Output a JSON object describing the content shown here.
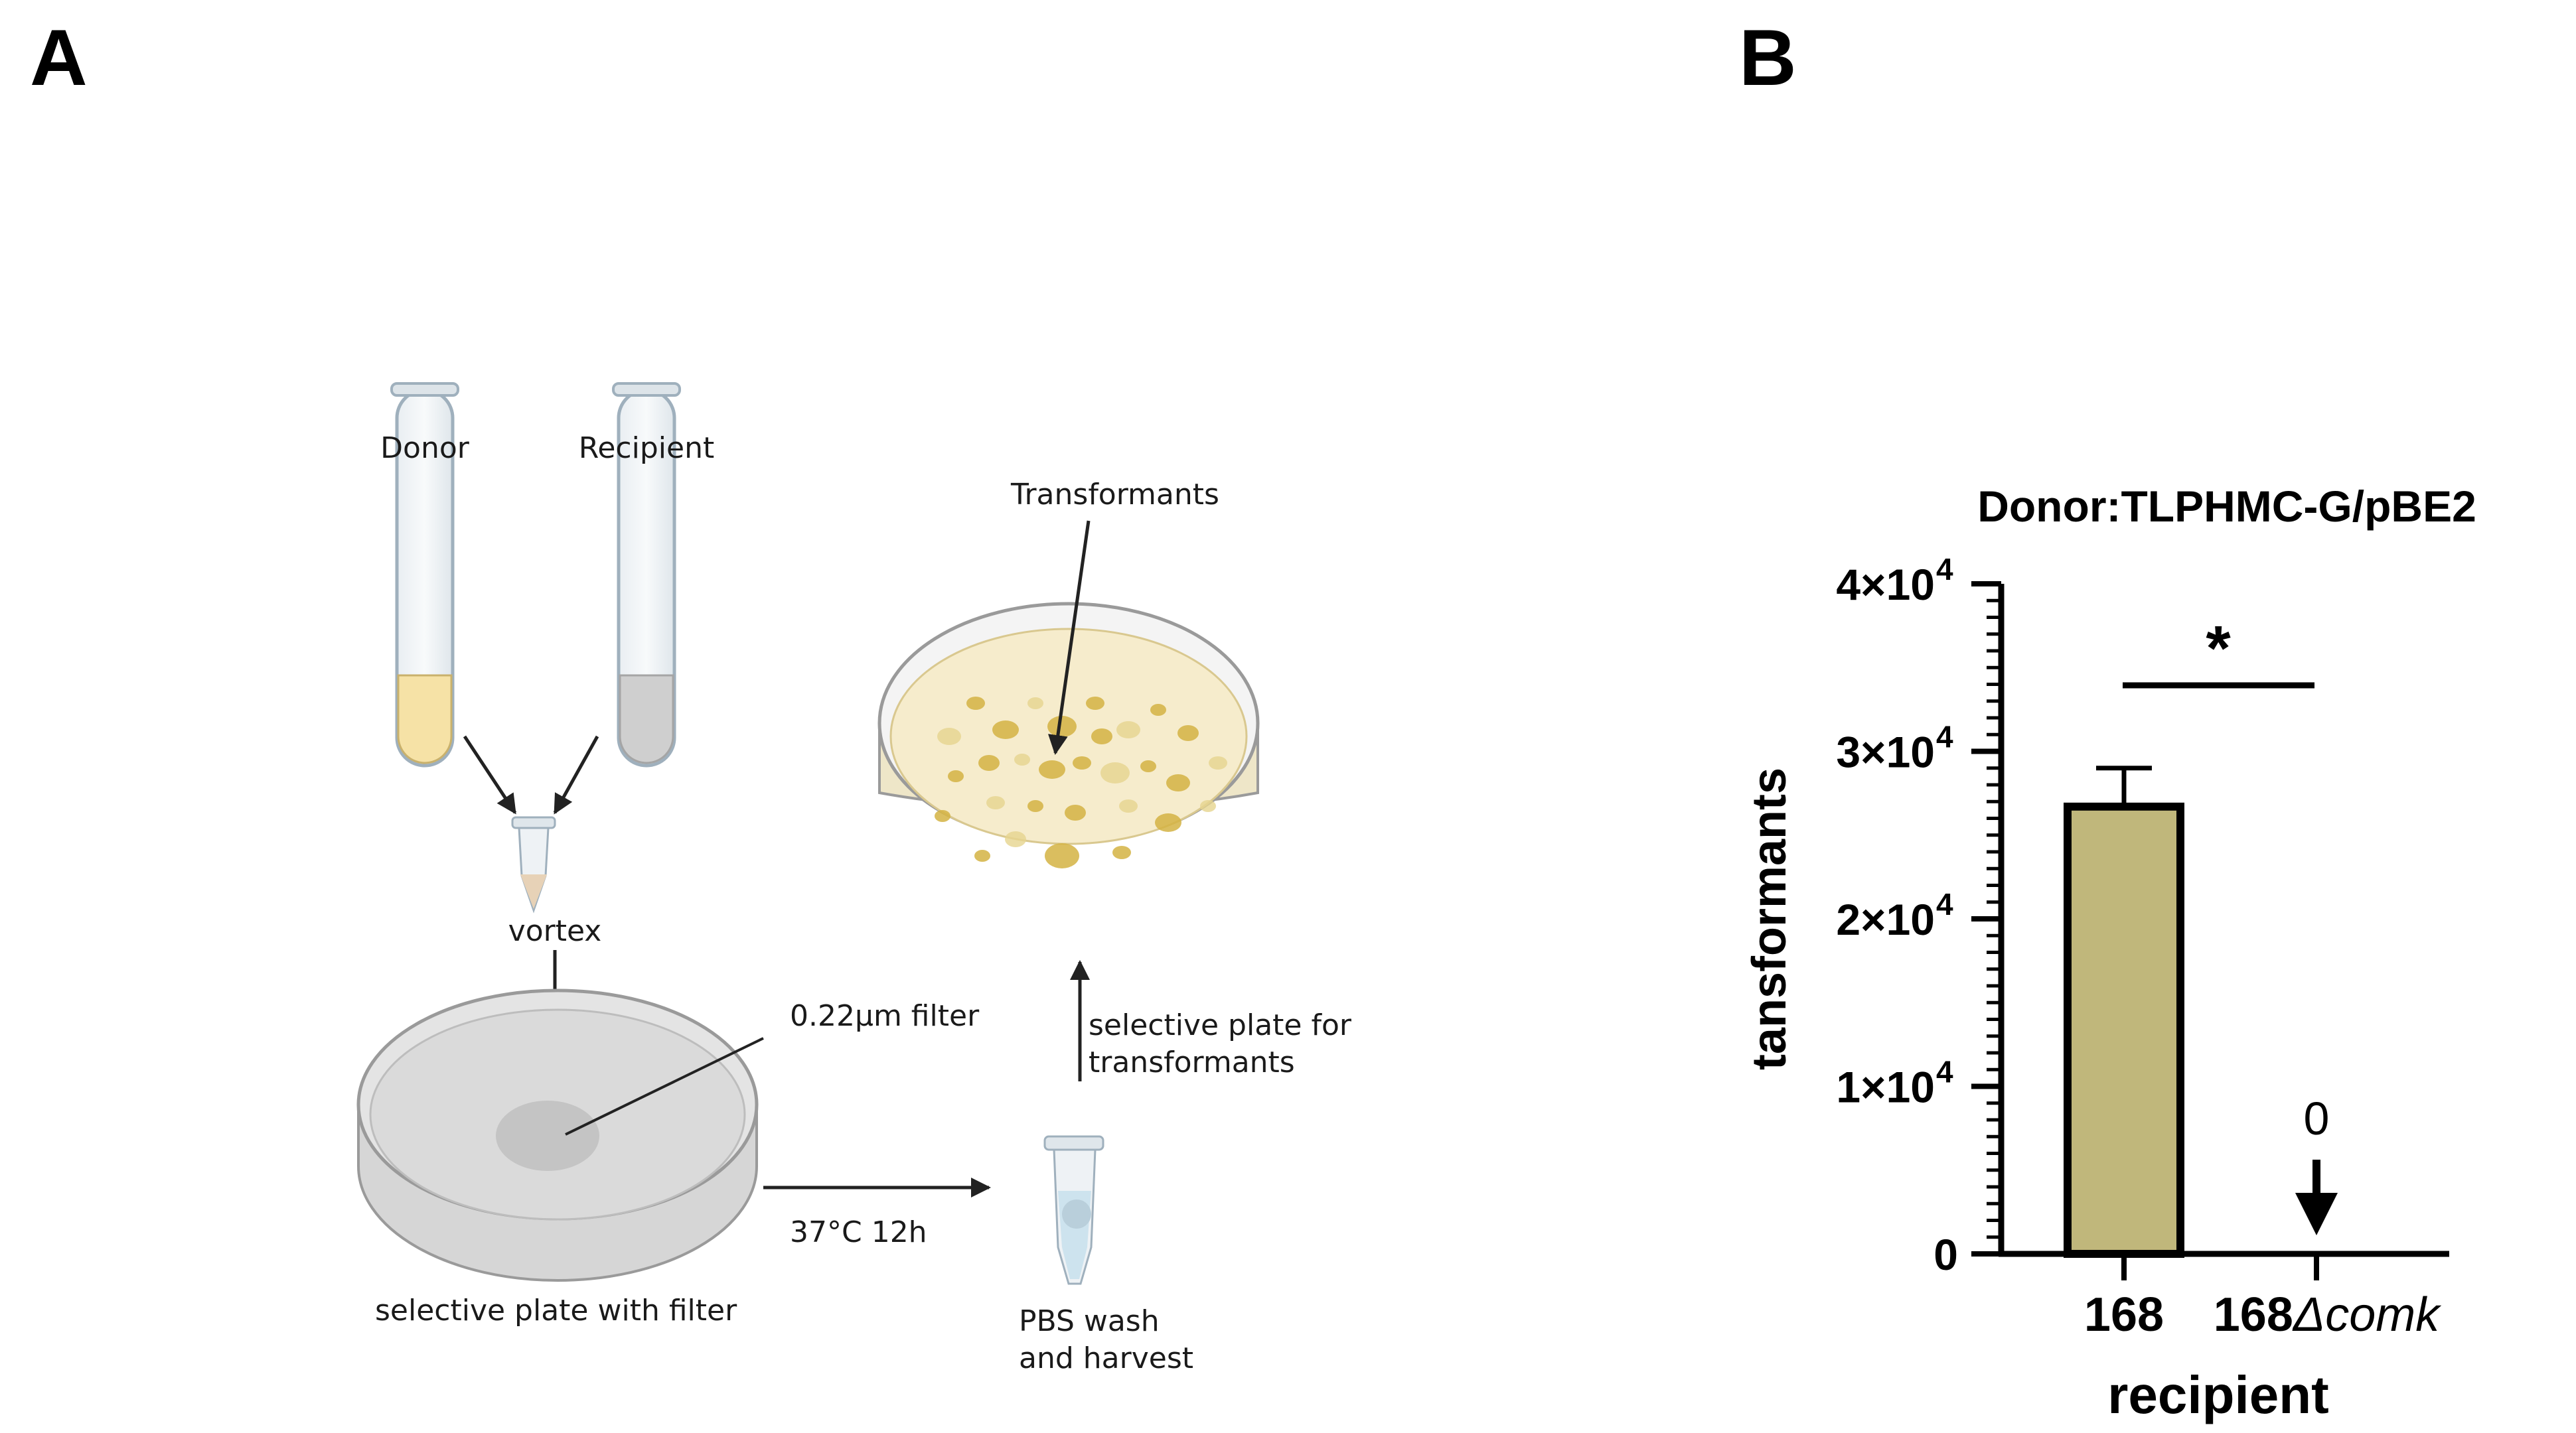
{
  "panels": {
    "a": "A",
    "b": "B"
  },
  "schematic": {
    "donor": "Donor",
    "recipient": "Recipient",
    "vortex": "vortex",
    "filter": "0.22μm filter",
    "plate_with_filter": "selective plate with filter",
    "incubation": "37°C 12h",
    "wash_line1": "PBS wash",
    "wash_line2": "and harvest",
    "selective_line1": "selective plate for",
    "selective_line2": "transformants",
    "transformants": "Transformants"
  },
  "colors": {
    "bar_fill": "#c0b77b",
    "donor_culture": "#f6e2a6",
    "recipient_culture": "#cfcfcf",
    "colony": "#d4b343",
    "agar": "#f6eccc"
  },
  "chart_data": {
    "type": "bar",
    "title": "Donor:TLPHMC-G/pBE2",
    "xlabel": "recipient",
    "ylabel": "tansformants",
    "ylim": [
      0,
      40000
    ],
    "yticks": [
      {
        "value": 0,
        "label": "0"
      },
      {
        "value": 10000,
        "label": "1×10"
      },
      {
        "value": 20000,
        "label": "2×10"
      },
      {
        "value": 30000,
        "label": "3×10"
      },
      {
        "value": 40000,
        "label": "4×10"
      }
    ],
    "ytick_exponent": "4",
    "categories": [
      "168",
      "168"
    ],
    "category_suffix": [
      "",
      "Δcomk"
    ],
    "values": [
      26700,
      0
    ],
    "errors": [
      2300,
      0
    ],
    "zero_label": "0",
    "significance": "*",
    "grid": false
  }
}
